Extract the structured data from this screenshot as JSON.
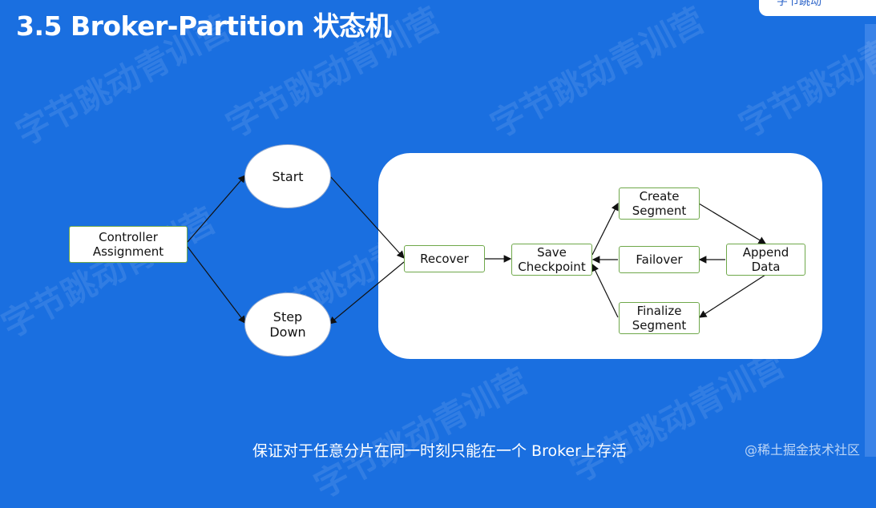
{
  "title": "3.5  Broker-Partition 状态机",
  "corner_logo": "字节跳动",
  "watermark": "字节跳动青训营",
  "diagram": {
    "controller": "Controller\nAssignment",
    "start": "Start",
    "step_down": "Step\nDown",
    "recover": "Recover",
    "save_checkpoint": "Save\nCheckpoint",
    "create_segment": "Create\nSegment",
    "failover": "Failover",
    "finalize_segment": "Finalize\nSegment",
    "append_data": "Append\nData"
  },
  "caption": "保证对于任意分片在同一时刻只能在一个 Broker上存活",
  "site_watermark": "@稀土掘金技术社区"
}
